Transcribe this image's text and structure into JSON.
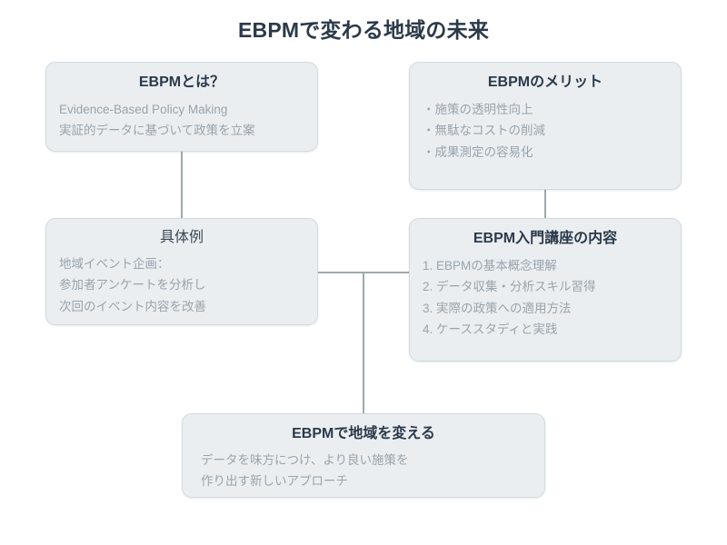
{
  "title": "EBPMで変わる地域の未来",
  "diagram": {
    "nodes": {
      "what": {
        "title": "EBPMとは？",
        "lines": [
          "Evidence-Based Policy Making",
          "実証的データに基づいて政策を立案"
        ]
      },
      "merit": {
        "title": "EBPMのメリット",
        "lines": [
          "・施策の透明性向上",
          "・無駄なコストの削減",
          "・成果測定の容易化"
        ]
      },
      "example": {
        "title": "具体例",
        "lines": [
          "地域イベント企画：",
          "参加者アンケートを分析し",
          "次回のイベント内容を改善"
        ]
      },
      "course": {
        "title": "EBPM入門講座の内容",
        "lines": [
          "1. EBPMの基本概念理解",
          "2. データ収集・分析スキル習得",
          "3. 実際の政策への適用方法",
          "4. ケーススタディと実践"
        ]
      },
      "change": {
        "title": "EBPMで地域を変える",
        "lines": [
          "データを味方につけ、より良い施策を",
          "作り出す新しいアプローチ"
        ]
      }
    }
  },
  "colors": {
    "page_background": "#ffffff",
    "node_fill": "#eaeef1",
    "node_border": "#d3dade",
    "title_text": "#2b3a4a",
    "body_text": "#9aa4ac",
    "connector": "#9fa9ad"
  }
}
